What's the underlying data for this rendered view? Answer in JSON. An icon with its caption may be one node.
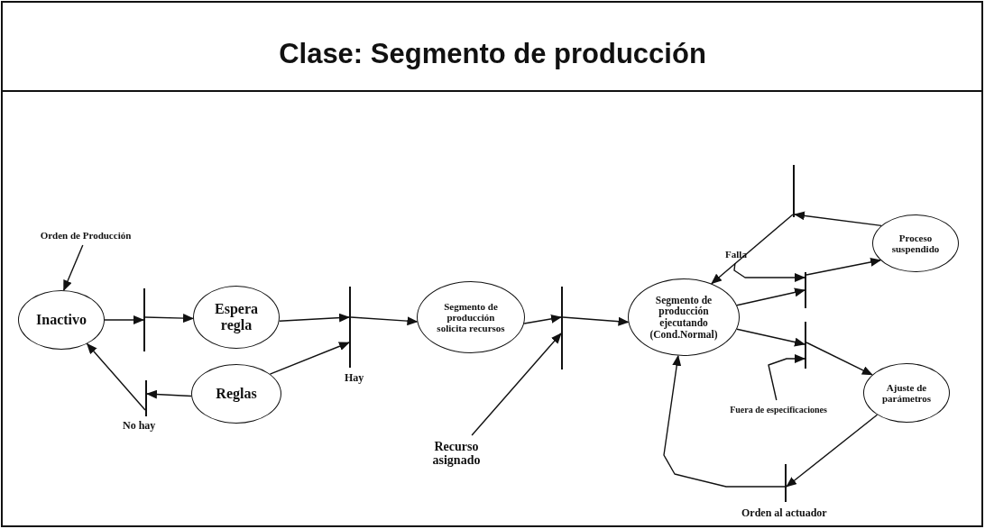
{
  "diagram": {
    "title": "Clase: Segmento de producción",
    "nodes": [
      {
        "text": [
          "Orden de Producción"
        ]
      },
      {
        "text": [
          "Inactivo"
        ]
      },
      {
        "text": [],
        "shape": "bar"
      },
      {
        "text": [
          "Espera regla"
        ]
      },
      {
        "text": [],
        "shape": "bar",
        "beside": [
          "Hay"
        ]
      },
      {
        "text": [
          "Reglas"
        ]
      },
      {
        "text": [],
        "shape": "bar",
        "beside": [
          "No hay"
        ]
      },
      {
        "text": [
          "Segmento de producción solicita recursos"
        ]
      },
      {
        "text": [],
        "shape": "bar"
      },
      {
        "text": [
          "Recurso asignado"
        ]
      },
      {
        "text": [
          "Segmento de producción ejecutando (Cond.Normal)"
        ]
      },
      {
        "text": [],
        "shape": "bar"
      },
      {
        "text": [
          "Proceso suspendido"
        ]
      },
      {
        "text": [],
        "shape": "bar"
      },
      {
        "text": [
          "Falla"
        ]
      },
      {
        "text": [],
        "shape": "bar"
      },
      {
        "text": [
          "Fuera de especificaciones"
        ]
      },
      {
        "text": [
          "Ajuste de parámetros"
        ]
      },
      {
        "text": [],
        "shape": "bar",
        "beside": [
          "Orden al actuador"
        ]
      }
    ],
    "edges": [
      {
        "from": 0,
        "to": 1,
        "arrow": "to"
      },
      {
        "from": 1,
        "to": 2,
        "arrow": "to"
      },
      {
        "from": 2,
        "to": 3,
        "arrow": "to"
      },
      {
        "from": 3,
        "to": 4,
        "arrow": "to"
      },
      {
        "from": 5,
        "to": 4,
        "arrow": "to"
      },
      {
        "from": 4,
        "to": 7,
        "arrow": "to"
      },
      {
        "from": 5,
        "to": 6,
        "arrow": "to"
      },
      {
        "from": 6,
        "to": 1,
        "arrow": "to"
      },
      {
        "from": 7,
        "to": 8,
        "arrow": "to"
      },
      {
        "from": 9,
        "to": 8,
        "arrow": "to"
      },
      {
        "from": 8,
        "to": 10,
        "arrow": "to"
      },
      {
        "from": 10,
        "to": 13,
        "arrow": "to"
      },
      {
        "from": 14,
        "to": 13,
        "arrow": "to"
      },
      {
        "from": 13,
        "to": 12,
        "arrow": "to"
      },
      {
        "from": 12,
        "to": 11,
        "arrow": "to"
      },
      {
        "from": 11,
        "to": 10,
        "arrow": "to"
      },
      {
        "from": 10,
        "to": 15,
        "arrow": "to"
      },
      {
        "from": 16,
        "to": 15,
        "arrow": "to"
      },
      {
        "from": 15,
        "to": 17,
        "arrow": "to"
      },
      {
        "from": 17,
        "to": 18,
        "arrow": "to"
      },
      {
        "from": 18,
        "to": 10,
        "arrow": "to"
      }
    ]
  }
}
